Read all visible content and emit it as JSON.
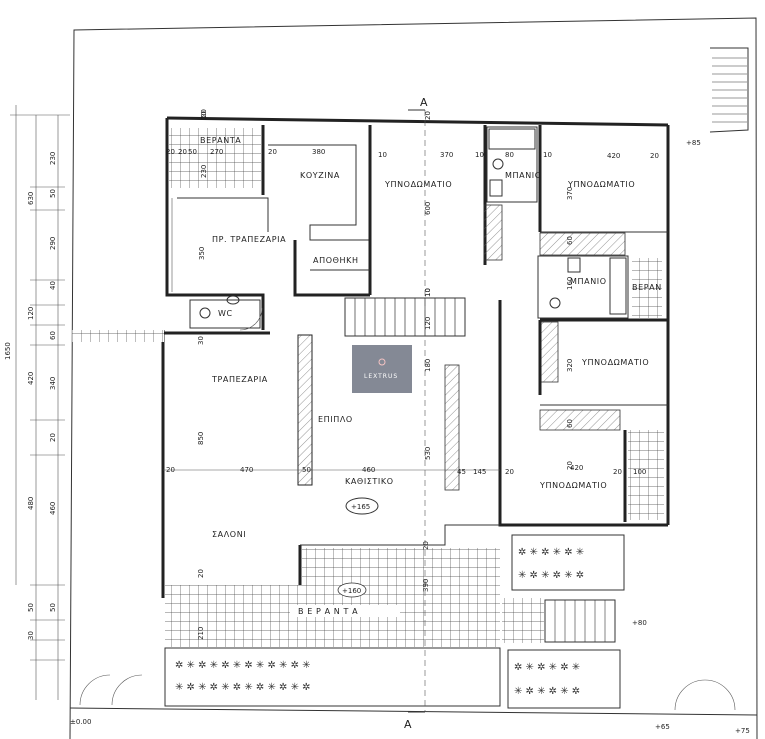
{
  "rooms": {
    "veranda_top": "ΒΕΡΑΝΤΑ",
    "kitchen": "ΚΟΥΖΙΝΑ",
    "breakfast_dining": "ΠΡ. ΤΡΑΠΕΖΑΡΙΑ",
    "storage": "ΑΠΟΘΗΚΗ",
    "wc": "WC",
    "bedroom_top_center": "ΥΠΝΟΔΩΜΑΤΙΟ",
    "bathroom_top": "ΜΠΑΝΙΟ",
    "bedroom_top_right": "ΥΠΝΟΔΩΜΑΤΙΟ",
    "bathroom_mid": "ΜΠΑΝΙΟ",
    "veranda_side": "ΒΕΡΑΝ",
    "bedroom_mid_right": "ΥΠΝΟΔΩΜΑΤΙΟ",
    "bedroom_low_right": "ΥΠΝΟΔΩΜΑΤΙΟ",
    "dining": "ΤΡΑΠΕΖΑΡΙΑ",
    "furniture": "ΕΠΙΠΛΟ",
    "living": "ΚΑΘΙΣΤΙΚΟ",
    "salon": "ΣΑΛΟΝΙ",
    "veranda_bottom": "Β Ε Ρ Α Ν Τ Α"
  },
  "section_marks": {
    "top": "A",
    "bottom": "A"
  },
  "elevations": {
    "living": "+165",
    "veranda": "+160",
    "right_top": "+85",
    "right_mid": "+80",
    "bottom_right": "+75",
    "bottom_mid": "+65",
    "origin": "±0.00"
  },
  "dimensions": {
    "left_vertical": [
      "1650",
      "630",
      "230",
      "50",
      "290",
      "40",
      "120",
      "60",
      "420",
      "340",
      "20",
      "480",
      "460",
      "30",
      "50",
      "50"
    ],
    "top_row": [
      "20",
      "20",
      "50",
      "270",
      "20",
      "380",
      "10",
      "370",
      "10",
      "80",
      "10",
      "420",
      "20"
    ],
    "kitchen_vert": [
      "230",
      "20",
      "350"
    ],
    "bedroom_vert": [
      "600",
      "10",
      "120",
      "180",
      "530"
    ],
    "mid_row": [
      "20",
      "470",
      "50",
      "460",
      "45",
      "145",
      "20",
      "420",
      "20",
      "100"
    ],
    "misc": [
      "850",
      "30",
      "20",
      "390",
      "210",
      "20",
      "370",
      "60",
      "160",
      "320",
      "60",
      "20",
      "10",
      "20",
      "20"
    ]
  },
  "watermark": "LEXTRUS"
}
